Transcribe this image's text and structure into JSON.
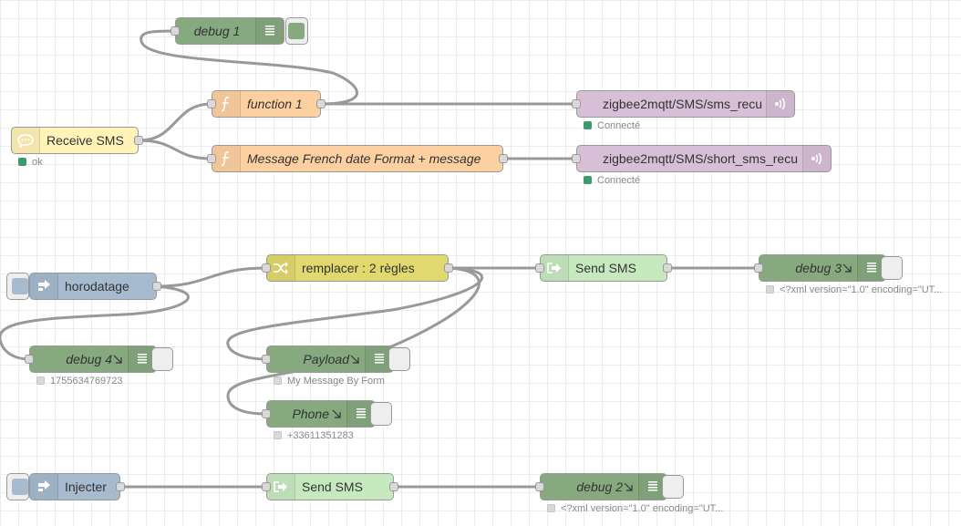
{
  "colors": {
    "debug": "#87a980",
    "function": "#fdd0a2",
    "mqtt": "#d8bfd8",
    "receive_sms": "#fff3b8",
    "inject": "#a6bbcf",
    "change": "#e2d96e",
    "send_sms": "#c7e9c0",
    "status_connected": "#3c9a6c",
    "wire": "#999999"
  },
  "nodes": {
    "debug1": {
      "label": "debug 1",
      "icon": "debug-list-icon"
    },
    "function1": {
      "label": "function 1",
      "icon": "function-icon"
    },
    "mqtt_sms_recu": {
      "label": "zigbee2mqtt/SMS/sms_recu",
      "icon": "mqtt-wave-icon",
      "status": "Connecté"
    },
    "receive_sms": {
      "label": "Receive SMS",
      "icon": "sms-bubble-icon",
      "status": "ok"
    },
    "function_date": {
      "label": "Message French date Format + message",
      "icon": "function-icon"
    },
    "mqtt_short_sms": {
      "label": "zigbee2mqtt/SMS/short_sms_recu",
      "icon": "mqtt-wave-icon",
      "status": "Connecté"
    },
    "horodatage": {
      "label": "horodatage",
      "icon": "inject-arrow-icon"
    },
    "remplacer": {
      "label": "remplacer : 2 règles",
      "icon": "shuffle-icon"
    },
    "send_sms_1": {
      "label": "Send SMS",
      "icon": "send-sms-icon"
    },
    "debug3": {
      "label": "debug 3",
      "icon": "debug-list-icon",
      "status": "<?xml version=\"1.0\" encoding=\"UT..."
    },
    "debug4": {
      "label": "debug 4",
      "icon": "debug-list-icon",
      "status": "1755634769723"
    },
    "payload": {
      "label": "Payload",
      "icon": "debug-list-icon",
      "status": "My Message By Form"
    },
    "phone": {
      "label": "Phone",
      "icon": "debug-list-icon",
      "status": "+33611351283"
    },
    "injecter": {
      "label": "Injecter",
      "icon": "inject-arrow-icon"
    },
    "send_sms_2": {
      "label": "Send SMS",
      "icon": "send-sms-icon"
    },
    "debug2": {
      "label": "debug 2",
      "icon": "debug-list-icon",
      "status": "<?xml version=\"1.0\" encoding=\"UT..."
    }
  }
}
